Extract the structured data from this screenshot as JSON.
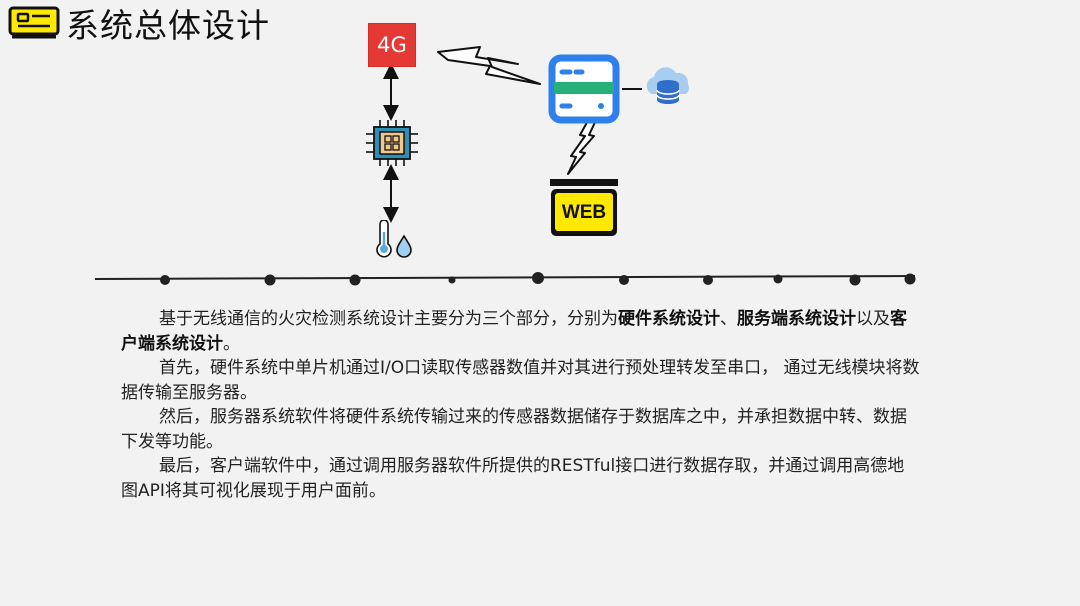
{
  "header": {
    "title": "系统总体设计",
    "icon": "presentation-board-icon"
  },
  "diagram": {
    "network_label": "4G",
    "web_label": "WEB",
    "icons": [
      "chip-icon",
      "thermometer-icon",
      "water-drop-icon",
      "server-icon",
      "cloud-database-icon",
      "lightning-icon",
      "monitor-icon"
    ],
    "colors": {
      "red_4g": "#e53935",
      "server_blue": "#2f80ed",
      "server_green": "#27b07c",
      "web_yellow": "#ffe900",
      "cloud_blue": "#6fa8e6"
    }
  },
  "description": {
    "p1_a": "基于无线通信的火灾检测系统设计主要分为三个部分，分别为",
    "p1_b1": "硬件系统设计",
    "p1_sep1": "、",
    "p1_b2": "服务端系统设计",
    "p1_sep2": "以及",
    "p1_b3": "客户端系统设计",
    "p1_end": "。",
    "p2": "首先，硬件系统中单片机通过I/O口读取传感器数值并对其进行预处理转发至串口， 通过无线模块将数据传输至服务器。",
    "p3": "然后，服务器系统软件将硬件系统传输过来的传感器数据储存于数据库之中，并承担数据中转、数据下发等功能。",
    "p4": "最后，客户端软件中，通过调用服务器软件所提供的RESTful接口进行数据存取，并通过调用高德地图API将其可视化展现于用户面前。"
  }
}
